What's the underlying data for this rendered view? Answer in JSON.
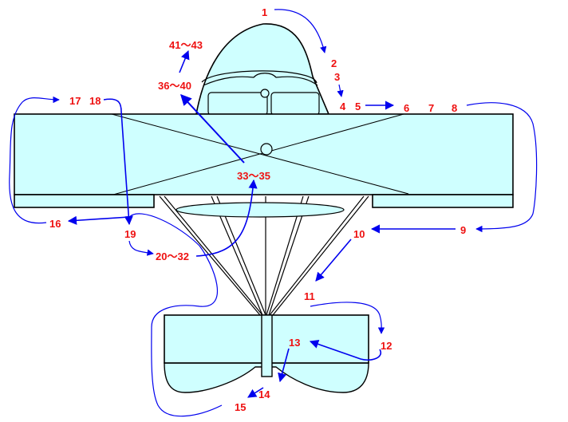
{
  "colors": {
    "fill": "#cfffff",
    "outline": "#000000",
    "route": "#0000ee",
    "label": "#ee1111"
  },
  "labels": {
    "n1": "1",
    "n2": "2",
    "n3": "3",
    "n4": "4",
    "n5": "5",
    "n6": "6",
    "n7": "7",
    "n8": "8",
    "n9": "9",
    "n10": "10",
    "n11": "11",
    "n12": "12",
    "n13": "13",
    "n14": "14",
    "n15": "15",
    "n16": "16",
    "n17": "17",
    "n18": "18",
    "n19": "19",
    "n20_32": "20～32",
    "n33_35": "33～35",
    "n36_40": "36～40",
    "n41_43": "41～43"
  }
}
